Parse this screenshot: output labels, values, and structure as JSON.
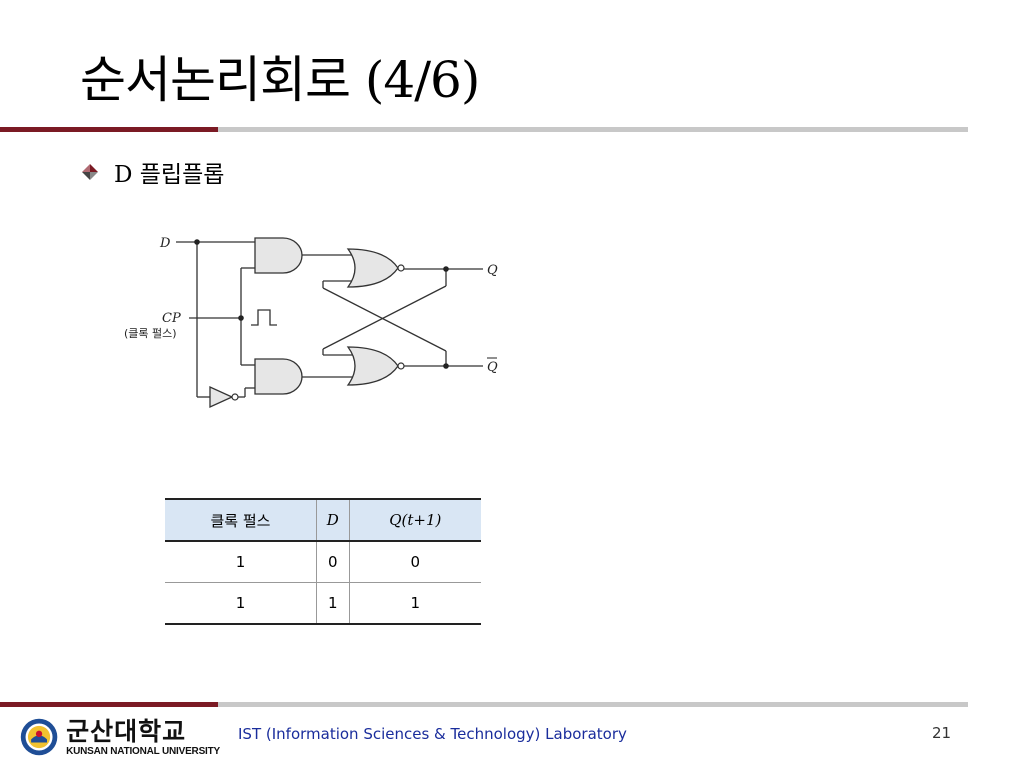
{
  "slide": {
    "title": "순서논리회로 (4/6)",
    "bullet": "D 플립플롭",
    "page_number": "21"
  },
  "circuit": {
    "labels": {
      "d": "D",
      "cp": "CP",
      "cp_note": "(클록 펄스)",
      "q": "Q",
      "q_bar": "Q"
    }
  },
  "table": {
    "headers": [
      "클록 펄스",
      "D",
      "Q(t+1)"
    ],
    "rows": [
      [
        "1",
        "0",
        "0"
      ],
      [
        "1",
        "1",
        "1"
      ]
    ]
  },
  "footer": {
    "university_kr": "군산대학교",
    "university_en": "KUNSAN NATIONAL UNIVERSITY",
    "lab": "IST (Information Sciences & Technology) Laboratory"
  },
  "colors": {
    "accent": "#7b1a24",
    "rule_gray": "#c8c8c8",
    "table_header": "#d9e6f4",
    "footer_text": "#1a2d9c"
  },
  "icons": {
    "bullet": "diamond-bullet-icon",
    "seal": "university-seal-icon"
  }
}
